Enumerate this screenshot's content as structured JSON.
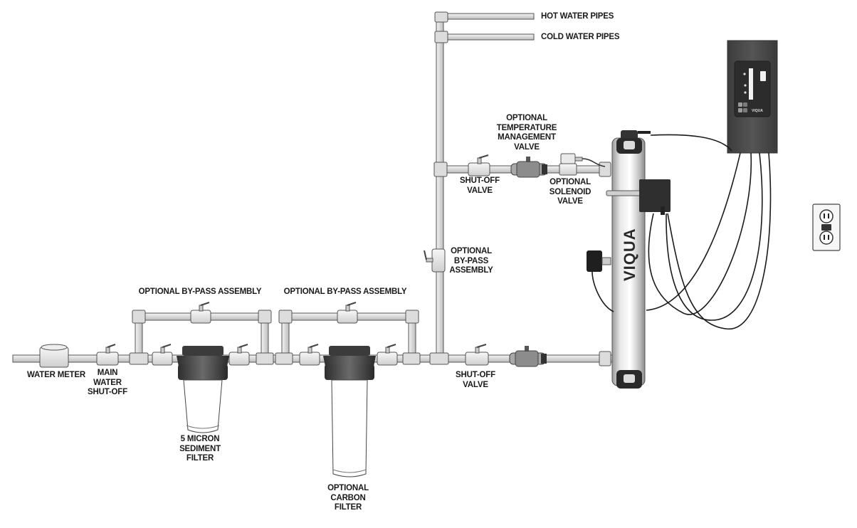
{
  "labels": {
    "hot_water_pipes": "HOT WATER PIPES",
    "cold_water_pipes": "COLD WATER PIPES",
    "optional_temperature_valve": "OPTIONAL\nTEMPERATURE\nMANAGEMENT\nVALVE",
    "shutoff_valve_upper": "SHUT-OFF\nVALVE",
    "optional_solenoid_valve": "OPTIONAL\nSOLENOID\nVALVE",
    "optional_bypass_vertical": "OPTIONAL\nBY-PASS\nASSEMBLY",
    "optional_bypass_1": "OPTIONAL BY-PASS ASSEMBLY",
    "optional_bypass_2": "OPTIONAL BY-PASS ASSEMBLY",
    "water_meter": "WATER METER",
    "main_water_shutoff": "MAIN\nWATER\nSHUT-OFF",
    "sediment_filter": "5 MICRON\nSEDIMENT\nFILTER",
    "carbon_filter": "OPTIONAL\nCARBON\nFILTER",
    "shutoff_valve_lower": "SHUT-OFF\nVALVE"
  },
  "brand": {
    "uv_system_logo": "VIQUA",
    "controller_logo": "VIQUA"
  },
  "colors": {
    "pipe_fill": "#e4e4e4",
    "pipe_stroke": "#555555",
    "controller_body": "#4a4a4a",
    "text": "#1a1a1a"
  }
}
